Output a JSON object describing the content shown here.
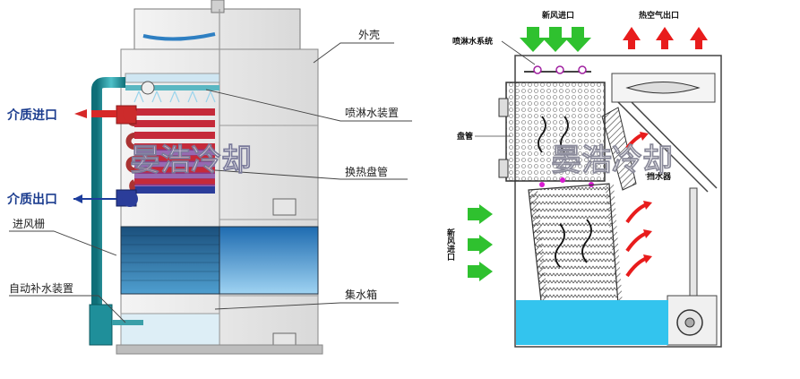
{
  "left_diagram": {
    "labels": {
      "medium_inlet": "介质进口",
      "medium_outlet": "介质出口",
      "air_inlet_louver": "进风栅",
      "auto_makeup_water": "自动补水装置",
      "casing": "外壳",
      "spray_device": "喷淋水装置",
      "heat_exchange_coil": "换热盘管",
      "water_collection_tank": "集水箱"
    },
    "colors": {
      "inlet_arrow": "#d62828",
      "outlet_arrow": "#1d3d9c",
      "label_blue": "#1c3d8f",
      "pipe": "#1f8f9a"
    }
  },
  "right_diagram": {
    "labels": {
      "fresh_air_inlet_top": "新风进口",
      "hot_air_outlet": "热空气出口",
      "spray_system": "喷淋水系统",
      "coil": "盘管",
      "fresh_air_inlet_side": "新风进口",
      "water_baffle": "挡水器"
    },
    "colors": {
      "fresh_air_arrow": "#2fc12f",
      "hot_air_arrow": "#e81c1c",
      "water": "#33c4ee"
    }
  },
  "watermark": "晏浩冷却"
}
